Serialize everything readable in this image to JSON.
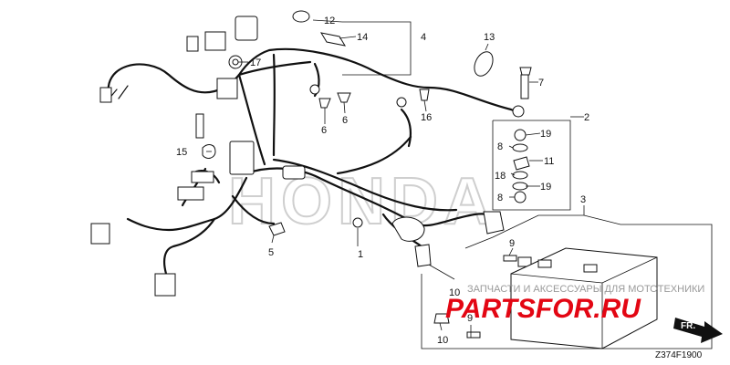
{
  "diagram": {
    "code": "Z374F1900",
    "direction_label": "FR.",
    "callouts": [
      "1",
      "2",
      "3",
      "4",
      "5",
      "6",
      "6",
      "7",
      "8",
      "8",
      "9",
      "9",
      "10",
      "10",
      "11",
      "12",
      "13",
      "14",
      "15",
      "16",
      "17",
      "18",
      "19",
      "19"
    ]
  },
  "watermark": {
    "brand": "HONDA",
    "subtitle": "ЗАПЧАСТИ И АКСЕССУАРЫ ДЛЯ МОТОТЕХНИКИ",
    "site": "PARTSFOR.RU"
  }
}
